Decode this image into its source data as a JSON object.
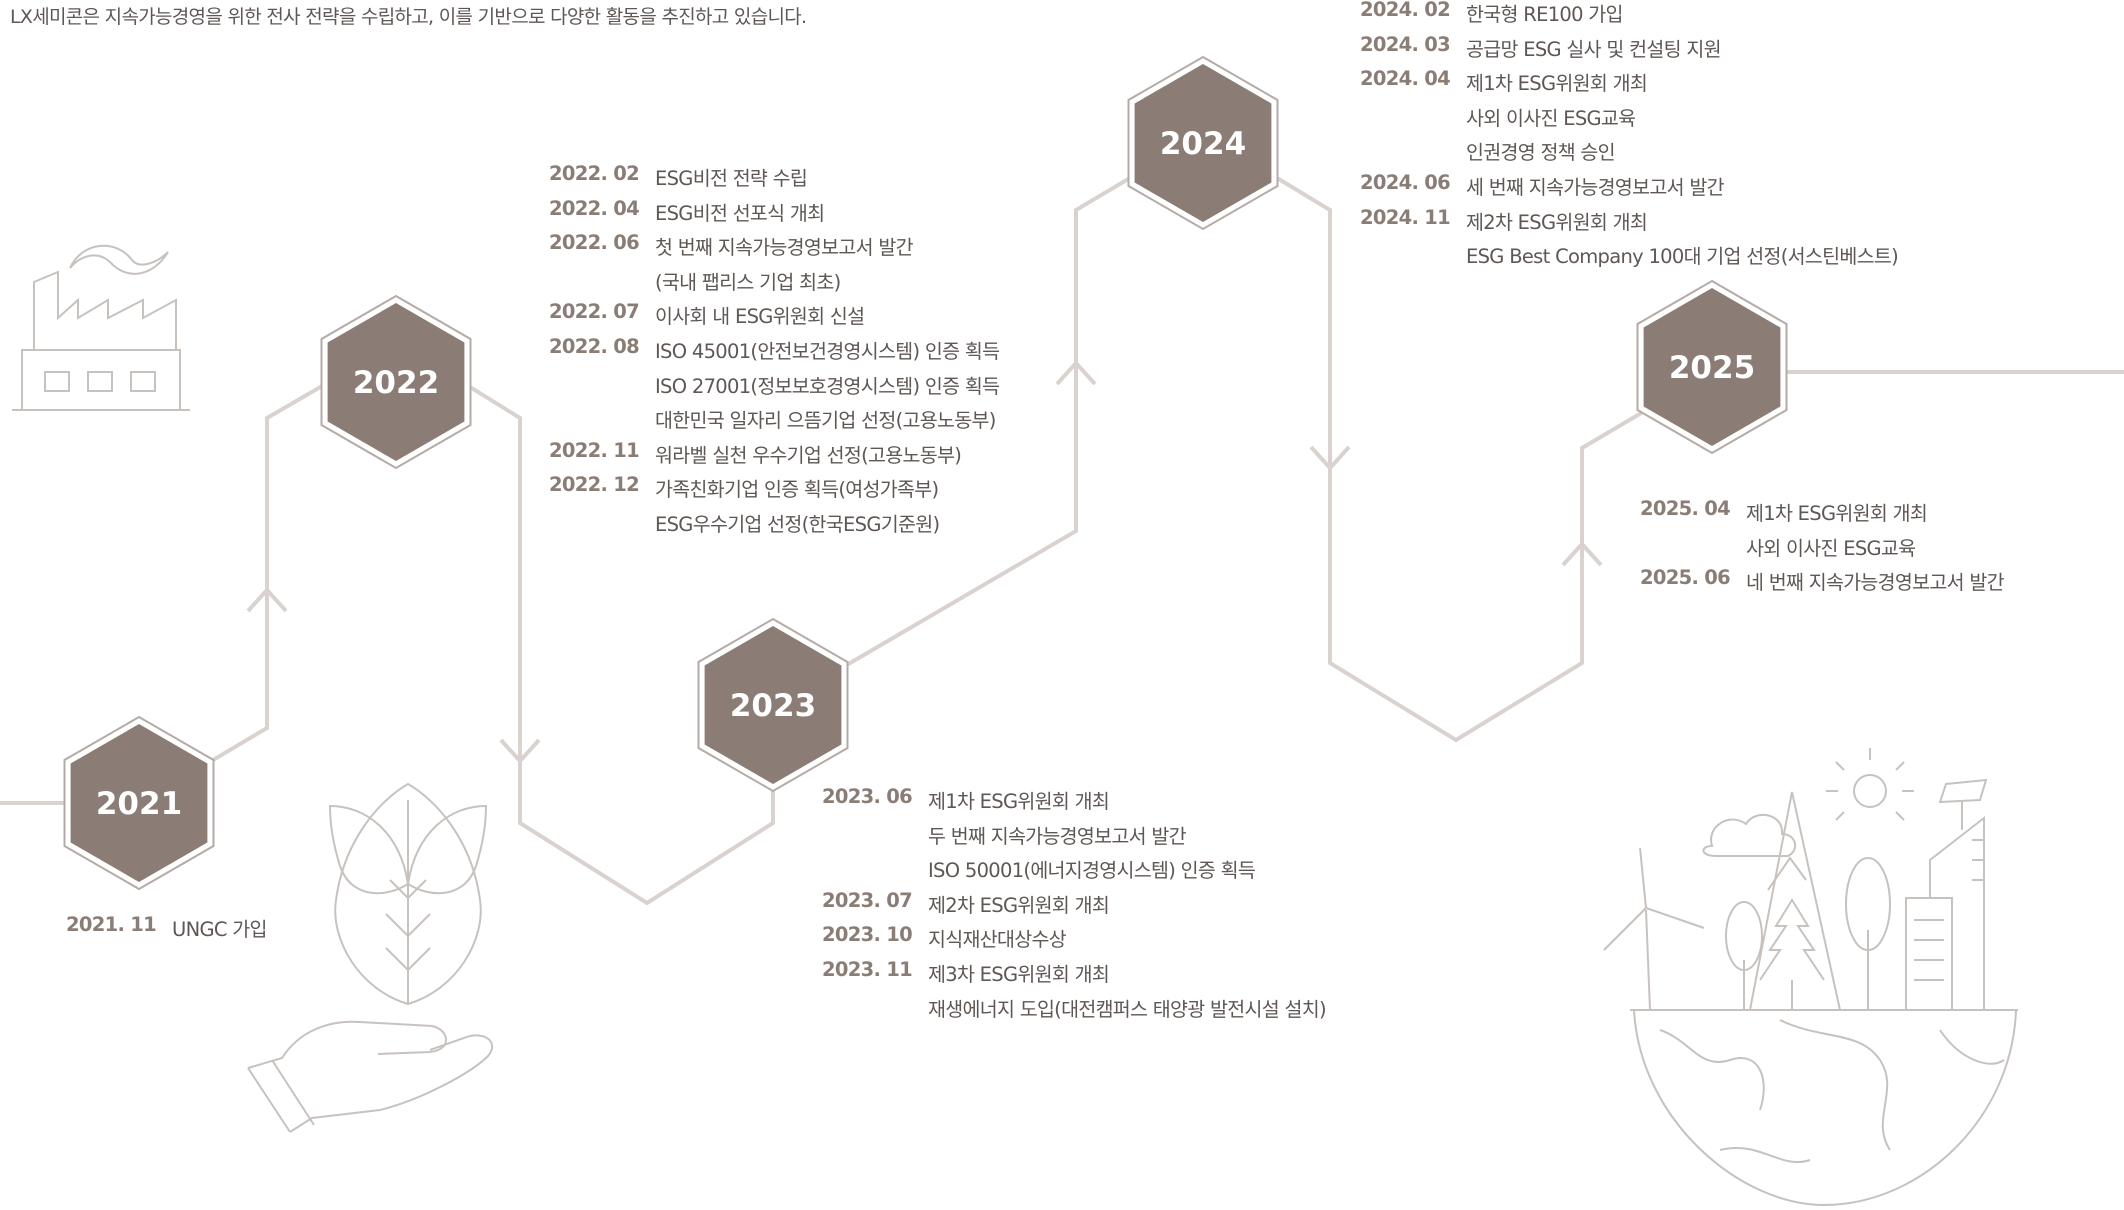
{
  "intro": "LX세미콘은 지속가능경영을 위한 전사 전략을 수립하고, 이를 기반으로 다양한 활동을 추진하고 있습니다.",
  "colors": {
    "hexagon": "#8b7d76",
    "path": "#d9d2cf",
    "date": "#8a7d76",
    "text": "#5e5754",
    "illustration": "#c8c2be"
  },
  "icons": [
    "factory-icon",
    "leaf-hand-icon",
    "green-city-globe-icon"
  ],
  "milestones": [
    {
      "year": "2021",
      "events": [
        {
          "date": "2021. 11",
          "text": "UNGC 가입"
        }
      ]
    },
    {
      "year": "2022",
      "events": [
        {
          "date": "2022. 02",
          "text": "ESG비전 전략 수립"
        },
        {
          "date": "2022. 04",
          "text": "ESG비전 선포식 개최"
        },
        {
          "date": "2022. 06",
          "text": "첫 번째 지속가능경영보고서 발간"
        },
        {
          "date": "",
          "text": "(국내 팹리스 기업 최초)"
        },
        {
          "date": "2022. 07",
          "text": "이사회 내 ESG위원회 신설"
        },
        {
          "date": "2022. 08",
          "text": "ISO 45001(안전보건경영시스템) 인증 획득"
        },
        {
          "date": "",
          "text": "ISO 27001(정보보호경영시스템) 인증 획득"
        },
        {
          "date": "",
          "text": "대한민국 일자리 으뜸기업 선정(고용노동부)"
        },
        {
          "date": "2022. 11",
          "text": "워라벨 실천 우수기업 선정(고용노동부)"
        },
        {
          "date": "2022. 12",
          "text": "가족친화기업 인증 획득(여성가족부)"
        },
        {
          "date": "",
          "text": "ESG우수기업 선정(한국ESG기준원)"
        }
      ]
    },
    {
      "year": "2023",
      "events": [
        {
          "date": "2023. 06",
          "text": "제1차 ESG위원회 개최"
        },
        {
          "date": "",
          "text": "두 번째 지속가능경영보고서 발간"
        },
        {
          "date": "",
          "text": "ISO 50001(에너지경영시스템) 인증 획득"
        },
        {
          "date": "2023. 07",
          "text": "제2차 ESG위원회 개최"
        },
        {
          "date": "2023. 10",
          "text": "지식재산대상수상"
        },
        {
          "date": "2023. 11",
          "text": "제3차 ESG위원회 개최"
        },
        {
          "date": "",
          "text": "재생에너지 도입(대전캠퍼스 태양광 발전시설 설치)"
        }
      ]
    },
    {
      "year": "2024",
      "events": [
        {
          "date": "2024. 02",
          "text": "한국형 RE100 가입"
        },
        {
          "date": "2024. 03",
          "text": "공급망 ESG 실사 및 컨설팅 지원"
        },
        {
          "date": "2024. 04",
          "text": "제1차 ESG위원회 개최"
        },
        {
          "date": "",
          "text": "사외 이사진 ESG교육"
        },
        {
          "date": "",
          "text": "인권경영 정책 승인"
        },
        {
          "date": "2024. 06",
          "text": "세 번째 지속가능경영보고서 발간"
        },
        {
          "date": "2024. 11",
          "text": "제2차 ESG위원회 개최"
        },
        {
          "date": "",
          "text": "ESG Best Company 100대 기업 선정(서스틴베스트)"
        }
      ]
    },
    {
      "year": "2025",
      "events": [
        {
          "date": "2025. 04",
          "text": "제1차 ESG위원회 개최"
        },
        {
          "date": "",
          "text": "사외 이사진 ESG교육"
        },
        {
          "date": "2025. 06",
          "text": "네 번째 지속가능경영보고서 발간"
        }
      ]
    }
  ]
}
